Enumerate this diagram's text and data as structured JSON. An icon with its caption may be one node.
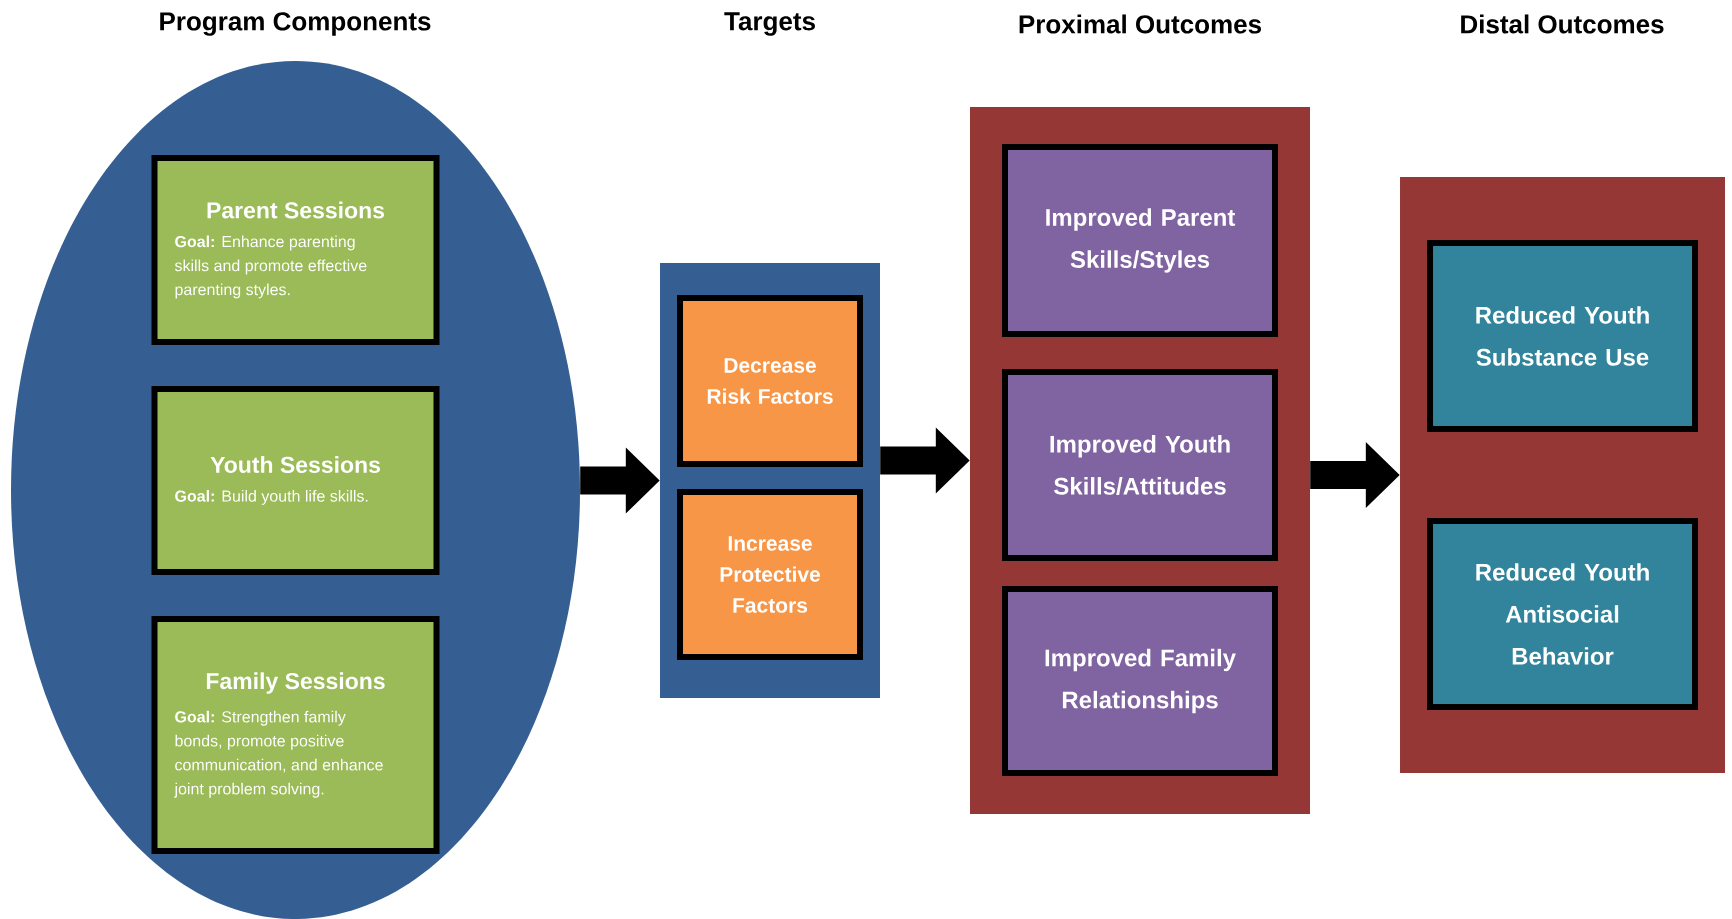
{
  "diagram": {
    "nodes": [
      {
        "text": [],
        "shape": "ellipse"
      },
      {
        "text": [
          "Parent Sessions",
          "**Goal:** Enhance parenting skills and promote effective parenting styles."
        ],
        "in": 0
      },
      {
        "text": [
          "Youth Sessions",
          "**Goal:** Build youth life skills."
        ],
        "in": 0
      },
      {
        "text": [
          "Family Sessions",
          "**Goal:** Strengthen family bonds, promote positive communication, and enhance joint problem solving."
        ],
        "in": 0
      },
      {
        "text": [],
        "shape": "box"
      },
      {
        "text": [
          "Decrease Risk Factors"
        ],
        "in": 4
      },
      {
        "text": [
          "Increase Protective Factors"
        ],
        "in": 4
      },
      {
        "text": [],
        "shape": "box"
      },
      {
        "text": [
          "Improved Parent Skills/Styles"
        ],
        "in": 7
      },
      {
        "text": [
          "Improved Youth Skills/Attitudes"
        ],
        "in": 7
      },
      {
        "text": [
          "Improved Family Relationships"
        ],
        "in": 7
      },
      {
        "text": [],
        "shape": "box"
      },
      {
        "text": [
          "Reduced Youth Substance Use"
        ],
        "in": 11
      },
      {
        "text": [
          "Reduced Youth Antisocial Behavior"
        ],
        "in": 11
      }
    ],
    "edges": [
      {
        "from": 0,
        "to": 4,
        "arrow": "to"
      },
      {
        "from": 4,
        "to": 7,
        "arrow": "to"
      },
      {
        "from": 7,
        "to": 11,
        "arrow": "to"
      }
    ],
    "labels": [
      "Program Components",
      "Targets",
      "Proximal Outcomes",
      "Distal Outcomes"
    ]
  }
}
